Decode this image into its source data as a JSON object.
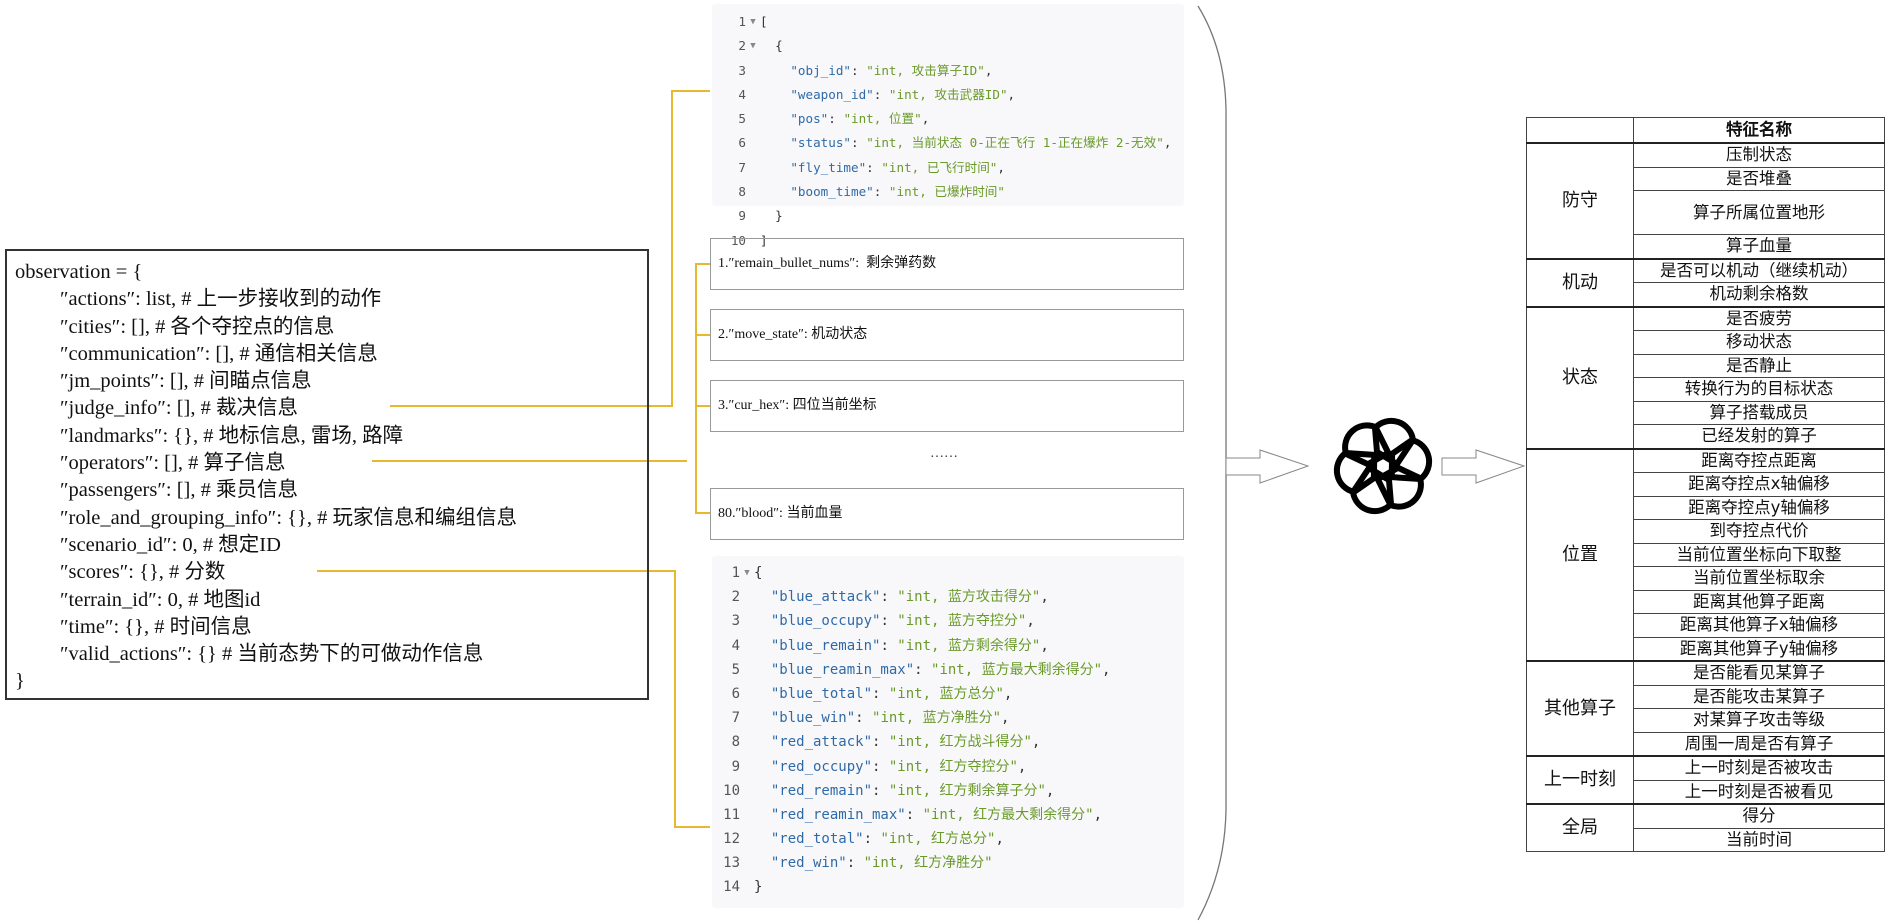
{
  "observation": {
    "header": "observation = {",
    "lines": [
      "″actions″: list, # 上一步接收到的动作",
      "″cities″: [], # 各个夺控点的信息",
      "″communication″: [], # 通信相关信息",
      "″jm_points″: [], # 间瞄点信息",
      "″judge_info″: [], # 裁决信息",
      "″landmarks″: {}, # 地标信息, 雷场, 路障",
      "″operators″: [], # 算子信息",
      "″passengers″: [], # 乘员信息",
      "″role_and_grouping_info″: {}, # 玩家信息和编组信息",
      "″scenario_id″: 0, # 想定ID",
      "″scores″: {}, # 分数",
      "″terrain_id″: 0, # 地图id",
      "″time″: {}, # 时间信息",
      "″valid_actions″: {} # 当前态势下的可做动作信息"
    ],
    "footer": "}"
  },
  "judge_code": {
    "lines": [
      {
        "n": "1",
        "fold": true,
        "indent": "",
        "text": "["
      },
      {
        "n": "2",
        "fold": true,
        "indent": "  ",
        "text": "{"
      },
      {
        "n": "3",
        "indent": "    ",
        "key": "\"obj_id\"",
        "val": "\"int, 攻击算子ID\"",
        "tail": ","
      },
      {
        "n": "4",
        "indent": "    ",
        "key": "\"weapon_id\"",
        "val": "\"int, 攻击武器ID\"",
        "tail": ","
      },
      {
        "n": "5",
        "indent": "    ",
        "key": "\"pos\"",
        "val": "\"int, 位置\"",
        "tail": ","
      },
      {
        "n": "6",
        "indent": "    ",
        "key": "\"status\"",
        "val": "\"int, 当前状态 0-正在飞行 1-正在爆炸 2-无效\"",
        "tail": ","
      },
      {
        "n": "7",
        "indent": "    ",
        "key": "\"fly_time\"",
        "val": "\"int, 已飞行时间\"",
        "tail": ","
      },
      {
        "n": "8",
        "indent": "    ",
        "key": "\"boom_time\"",
        "val": "\"int, 已爆炸时间\"",
        "tail": ""
      },
      {
        "n": "9",
        "indent": "  ",
        "text": "}"
      },
      {
        "n": "10",
        "indent": "",
        "text": "]"
      }
    ]
  },
  "operator_features": {
    "items": [
      "1.″remain_bullet_nums″:  剩余弹药数",
      "2.″move_state″: 机动状态",
      "3.″cur_hex″: 四位当前坐标",
      "80.″blood″: 当前血量"
    ],
    "ellipsis": "……"
  },
  "scores_code": {
    "lines": [
      {
        "n": "1",
        "fold": true,
        "indent": "",
        "text": "{"
      },
      {
        "n": "2",
        "indent": "  ",
        "key": "\"blue_attack\"",
        "val": "\"int, 蓝方攻击得分\"",
        "tail": ","
      },
      {
        "n": "3",
        "indent": "  ",
        "key": "\"blue_occupy\"",
        "val": "\"int, 蓝方夺控分\"",
        "tail": ","
      },
      {
        "n": "4",
        "indent": "  ",
        "key": "\"blue_remain\"",
        "val": "\"int, 蓝方剩余得分\"",
        "tail": ","
      },
      {
        "n": "5",
        "indent": "  ",
        "key": "\"blue_reamin_max\"",
        "val": "\"int, 蓝方最大剩余得分\"",
        "tail": ","
      },
      {
        "n": "6",
        "indent": "  ",
        "key": "\"blue_total\"",
        "val": "\"int, 蓝方总分\"",
        "tail": ","
      },
      {
        "n": "7",
        "indent": "  ",
        "key": "\"blue_win\"",
        "val": "\"int, 蓝方净胜分\"",
        "tail": ","
      },
      {
        "n": "8",
        "indent": "  ",
        "key": "\"red_attack\"",
        "val": "\"int, 红方战斗得分\"",
        "tail": ","
      },
      {
        "n": "9",
        "indent": "  ",
        "key": "\"red_occupy\"",
        "val": "\"int, 红方夺控分\"",
        "tail": ","
      },
      {
        "n": "10",
        "indent": "  ",
        "key": "\"red_remain\"",
        "val": "\"int, 红方剩余算子分\"",
        "tail": ","
      },
      {
        "n": "11",
        "indent": "  ",
        "key": "\"red_reamin_max\"",
        "val": "\"int, 红方最大剩余得分\"",
        "tail": ","
      },
      {
        "n": "12",
        "indent": "  ",
        "key": "\"red_total\"",
        "val": "\"int, 红方总分\"",
        "tail": ","
      },
      {
        "n": "13",
        "indent": "  ",
        "key": "\"red_win\"",
        "val": "\"int, 红方净胜分\"",
        "tail": ""
      },
      {
        "n": "14",
        "indent": "",
        "text": "}"
      }
    ]
  },
  "model_icon": "openai-logo-icon",
  "table": {
    "header": "特征名称",
    "groups": [
      {
        "category": "防守",
        "features": [
          "压制状态",
          "是否堆叠",
          "算子所属位置地形",
          "算子血量"
        ],
        "tall_index": 2
      },
      {
        "category": "机动",
        "features": [
          "是否可以机动（继续机动）",
          "机动剩余格数"
        ]
      },
      {
        "category": "状态",
        "features": [
          "是否疲劳",
          "移动状态",
          "是否静止",
          "转换行为的目标状态",
          "算子搭载成员",
          "已经发射的算子"
        ]
      },
      {
        "category": "位置",
        "features": [
          "距离夺控点距离",
          "距离夺控点x轴偏移",
          "距离夺控点y轴偏移",
          "到夺控点代价",
          "当前位置坐标向下取整",
          "当前位置坐标取余",
          "距离其他算子距离",
          "距离其他算子x轴偏移",
          "距离其他算子y轴偏移"
        ]
      },
      {
        "category": "其他算子",
        "features": [
          "是否能看见某算子",
          "是否能攻击某算子",
          "对某算子攻击等级",
          "周围一周是否有算子"
        ]
      },
      {
        "category": "上一时刻",
        "features": [
          "上一时刻是否被攻击",
          "上一时刻是否被看见"
        ]
      },
      {
        "category": "全局",
        "features": [
          "得分",
          "当前时间"
        ]
      }
    ]
  },
  "colors": {
    "connector": "#e8b930",
    "code_key": "#2f6aa8",
    "code_string": "#6a9a2a",
    "code_bg": "#f8f8fa"
  }
}
